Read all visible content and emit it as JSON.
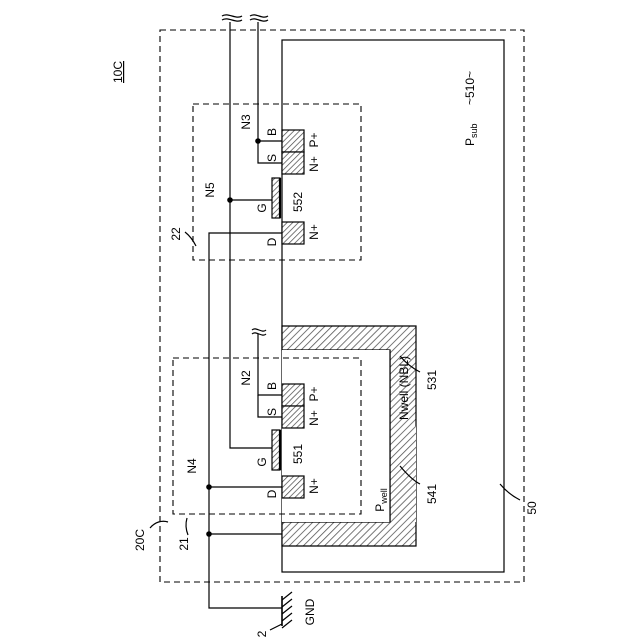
{
  "labels": {
    "device": "10C",
    "substrate_ref": "~510~",
    "substrate_p": "P",
    "substrate_sub": "sub",
    "circuit": "20C",
    "block_21": "21",
    "block_22": "22",
    "node_n2": "N2",
    "node_n3": "N3",
    "node_n4": "N4",
    "node_n5": "N5",
    "term_b": "B",
    "term_s": "S",
    "term_g": "G",
    "term_d": "D",
    "nplus": "N+",
    "pplus": "P+",
    "gate_551": "551",
    "gate_552": "552",
    "nwell": "Nwell (NBL)",
    "nwell_ref": "531",
    "pwell_p": "P",
    "pwell_sub": "well",
    "pwell_ref": "541",
    "ref_50": "50",
    "gnd_ref": "2",
    "gnd": "GND"
  }
}
